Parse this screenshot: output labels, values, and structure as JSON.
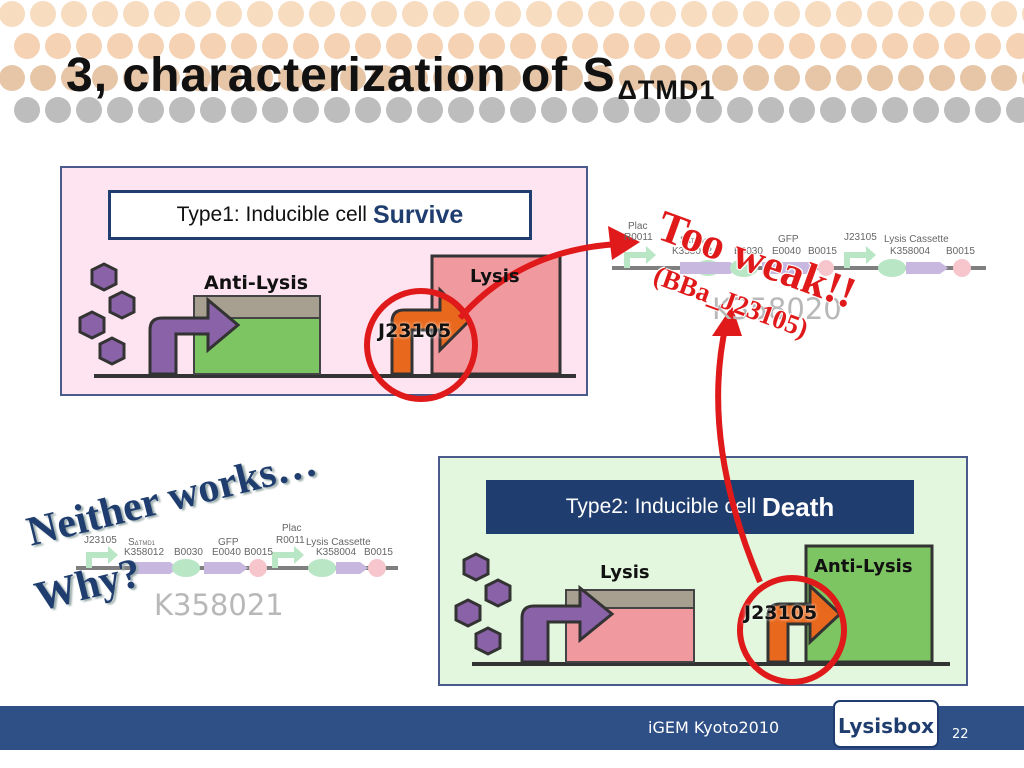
{
  "slide": {
    "title": "3, characterization of S",
    "title_subscript": "ΔTMD1",
    "page_number": "22",
    "footer_text": "iGEM Kyoto2010",
    "logo_text": "Lysisbox"
  },
  "panel1": {
    "type_label": "Type1: Inducible cell",
    "type_emphasis": "Survive",
    "gene_left_label": "Anti-Lysis",
    "gene_right_label": "Lysis",
    "promoter_label": "J23105"
  },
  "panel2": {
    "type_label": "Type2: Inducible cell",
    "type_emphasis": "Death",
    "gene_left_label": "Lysis",
    "gene_right_label": "Anti-Lysis",
    "promoter_label": "J23105"
  },
  "construct_top": {
    "id": "K358020",
    "parts": {
      "plac": "Plac",
      "r0011": "R0011",
      "s_label": "S",
      "s_sub": "ΔTMD1",
      "k358012": "K358012",
      "b0030": "B0030",
      "gfp": "GFP",
      "e0040": "E0040",
      "b0015_a": "B0015",
      "j23105": "J23105",
      "lysis_cassette": "Lysis Cassette",
      "k358004": "K358004",
      "b0015_b": "B0015"
    }
  },
  "construct_bottom": {
    "id": "K358021",
    "parts": {
      "j23105": "J23105",
      "s_label": "S",
      "s_sub": "ΔTMD1",
      "k358012": "K358012",
      "b0030": "B0030",
      "gfp": "GFP",
      "e0040": "E0040",
      "b0015_a": "B0015",
      "plac": "Plac",
      "r0011": "R0011",
      "lysis_cassette": "Lysis Cassette",
      "k358004": "K358004",
      "b0015_b": "B0015"
    }
  },
  "annotations": {
    "too_weak": "Too weak!!",
    "bba": "(BBa_J23105)",
    "neither": "Neither works…",
    "why": "Why?"
  },
  "colors": {
    "panel1_bg": "#fde4f0",
    "panel2_bg": "#e2f7de",
    "navy": "#1f3d6e",
    "red_accent": "#e01a1a",
    "promoter_orange": "#e8691e",
    "promoter_purple": "#8a62a8",
    "lysis_pink": "#f09aa0",
    "antilysis_green": "#7dc462"
  }
}
